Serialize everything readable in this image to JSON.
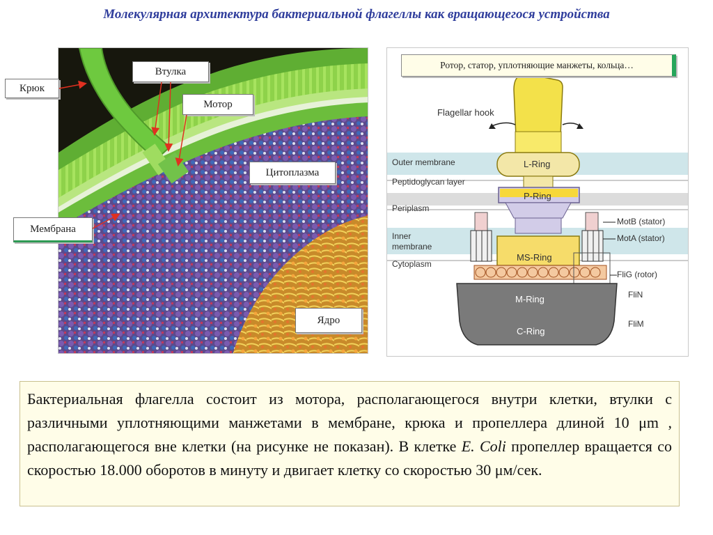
{
  "title": "Молекулярная архитектура бактериальной флагеллы как вращающегося устройства",
  "left_figure": {
    "labels": {
      "hook": "Крюк",
      "bushing": "Втулка",
      "motor": "Мотор",
      "cytoplasm": "Цитоплазма",
      "membrane": "Мембрана",
      "nucleus": "Ядро"
    }
  },
  "right_figure": {
    "caption": "Ротор, статор, уплотняющие манжеты, кольца…",
    "layers": {
      "outer_membrane": "Outer membrane",
      "peptidoglycan": "Peptidoglycan layer",
      "periplasm": "Periplasm",
      "inner_membrane_1": "Inner",
      "inner_membrane_2": "membrane",
      "cytoplasm": "Cytoplasm"
    },
    "parts": {
      "hook": "Flagellar hook",
      "l_ring": "L-Ring",
      "p_ring": "P-Ring",
      "ms_ring": "MS-Ring",
      "m_ring": "M-Ring",
      "c_ring": "C-Ring"
    },
    "right_labels": {
      "motb": "MotB (stator)",
      "mota": "MotA (stator)",
      "flig": "FliG (rotor)",
      "flin": "FliN",
      "flim": "FliM"
    }
  },
  "description": {
    "part1": "Бактериальная флагелла состоит из мотора, располагающегося внутри клетки, втулки с различными уплотняющими манжетами в мембране, крюка и   пропеллера длиной 10 μm , располагающегося вне клетки (на рисунке не показан). В клетке ",
    "organism": "E. Coli",
    "part2": " пропеллер вращается со скоростью 18.000 оборотов в минуту и двигает клетку со скоростью  30 μм/сек."
  },
  "colors": {
    "title": "#2f3d9c",
    "membrane_green": "#8ed24a",
    "cytoplasm_purple": "#6f4c9a",
    "nucleus_yellow": "#e8c441",
    "hook_yellow": "#f3e14a",
    "ring_lavender": "#d2cce8",
    "c_ring_gray": "#7a7a7a",
    "layer_band": "#cfe6ea",
    "note_bg": "#fffde8"
  }
}
